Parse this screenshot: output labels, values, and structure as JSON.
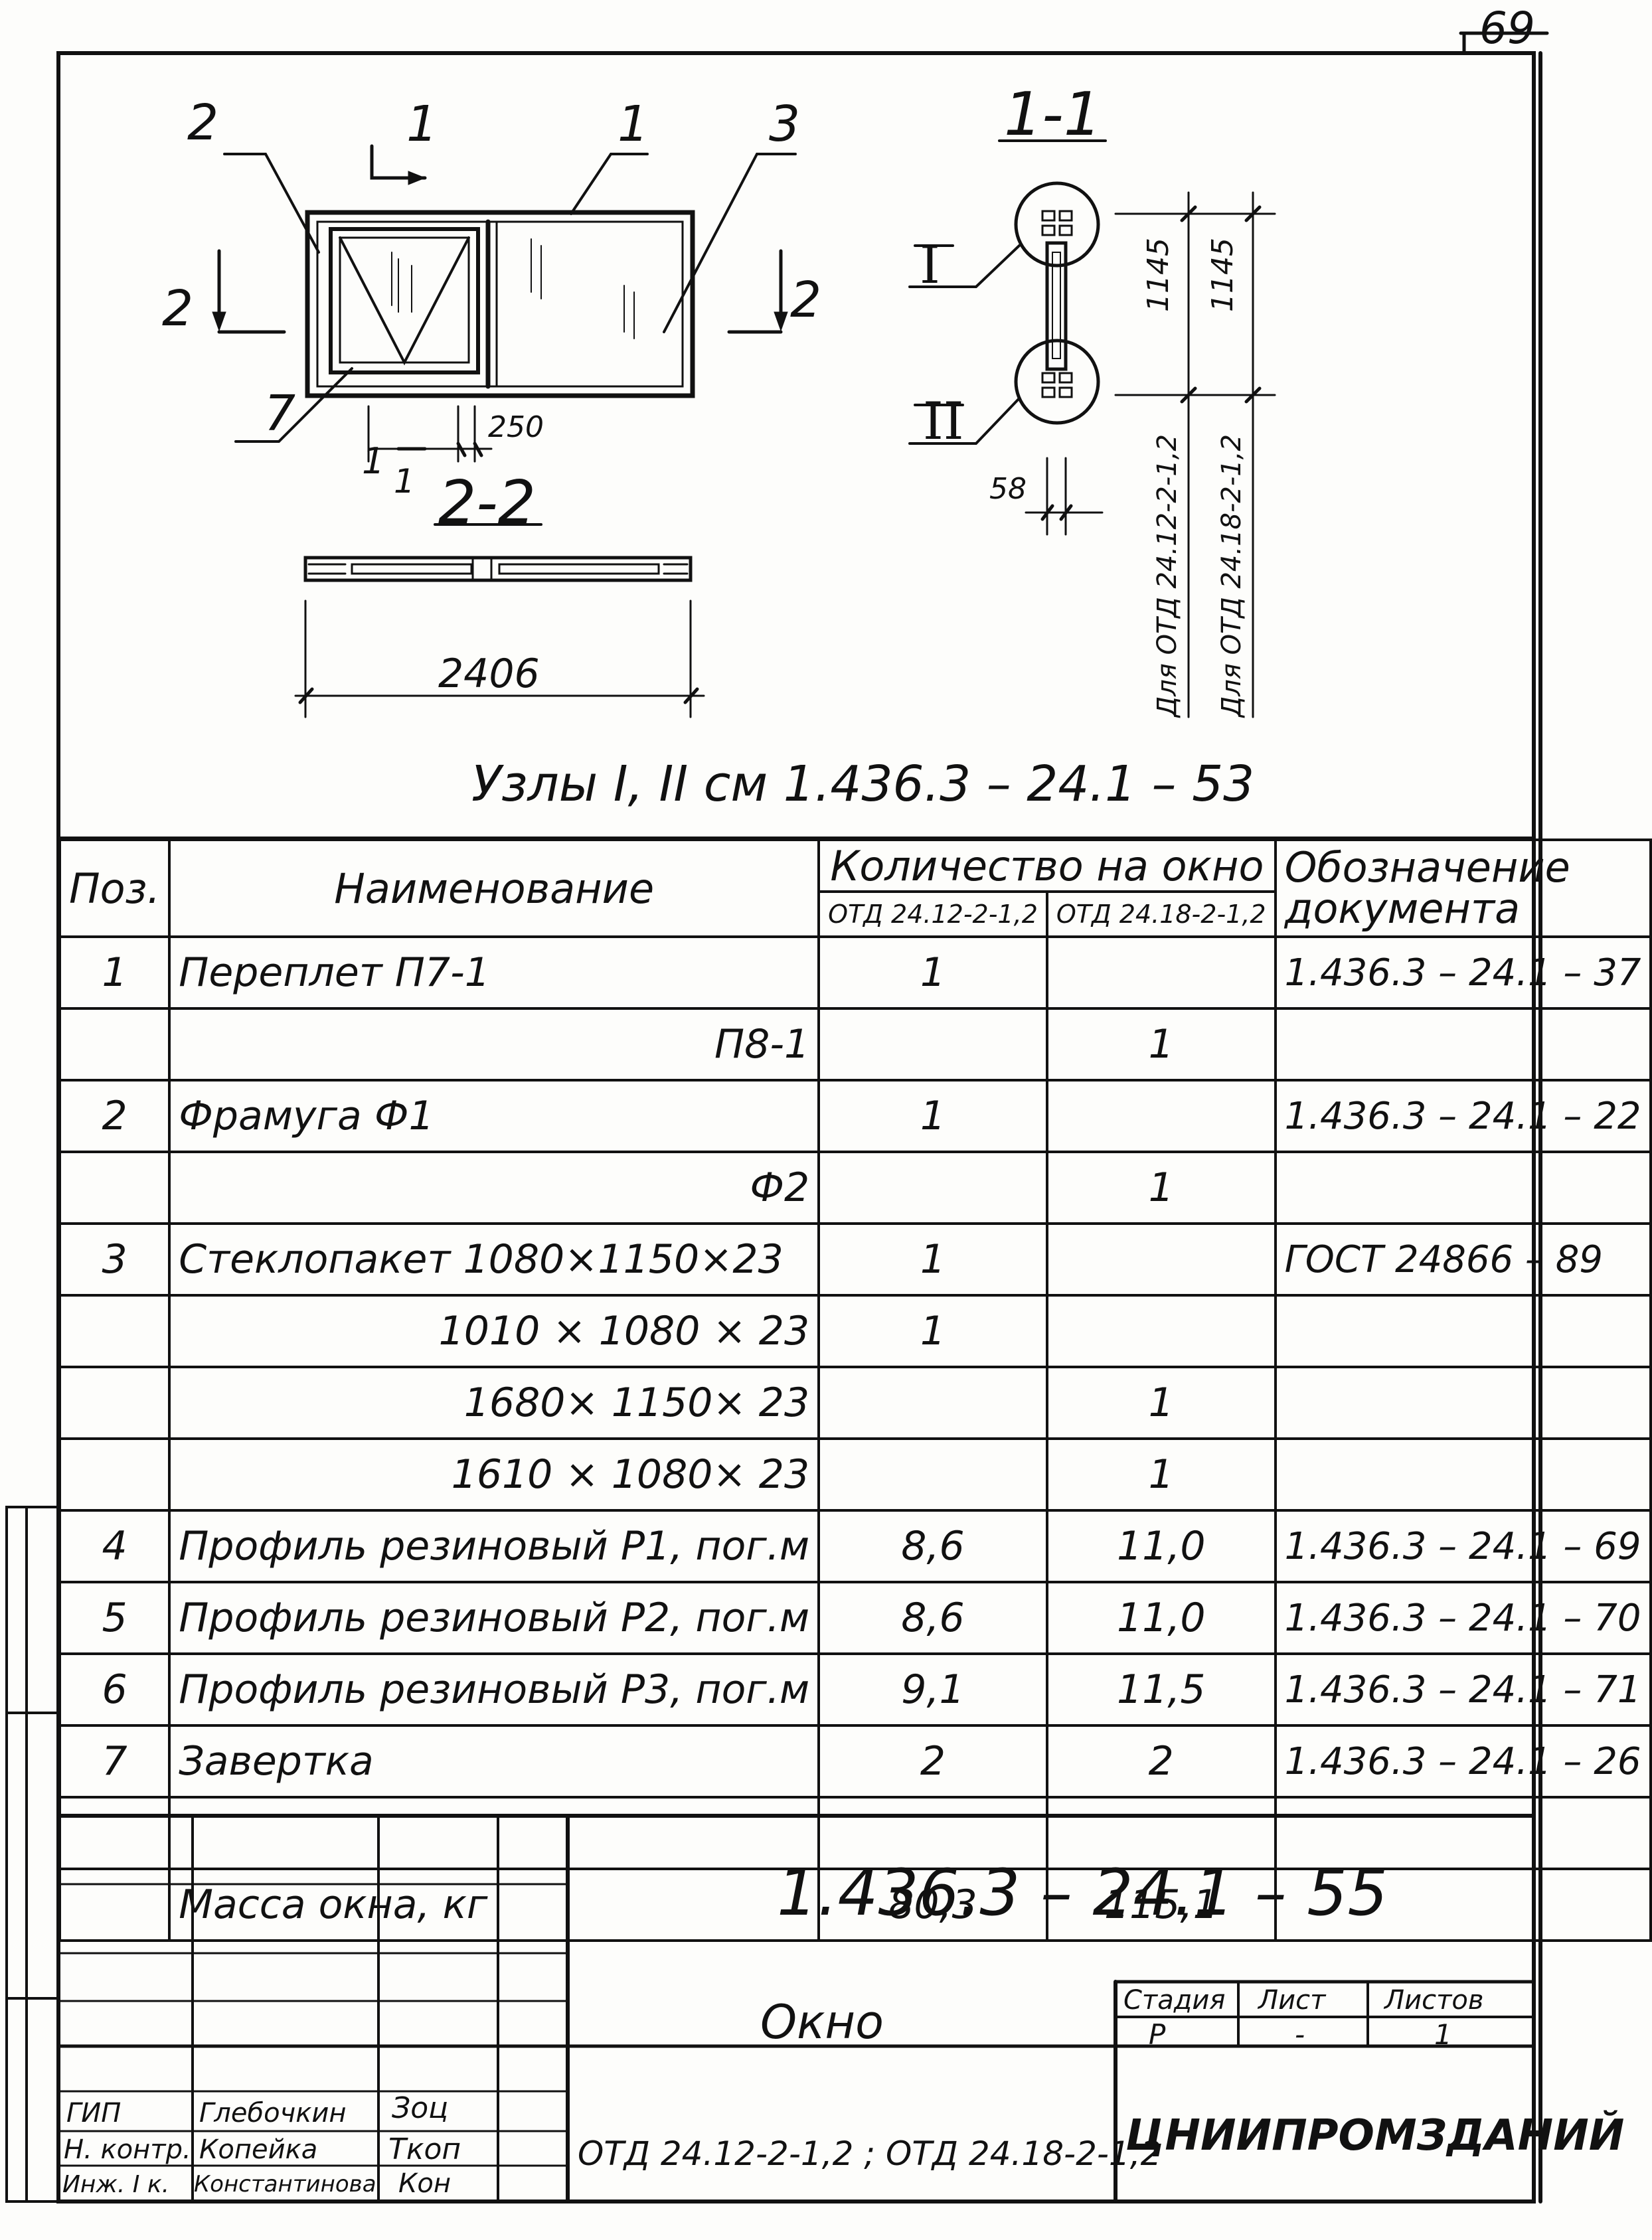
{
  "sheet": {
    "number": "69"
  },
  "drawing": {
    "elevation_labels": [
      "2",
      "1",
      "1",
      "3"
    ],
    "section_marks": {
      "cut_1_top": "1",
      "cut_1_bottom": "1",
      "cut_2_left": "2",
      "cut_2_right": "2"
    },
    "callout_7": "7",
    "dim_250": "250",
    "section_1_1_title": "1-1",
    "section_2_2_title": "2-2",
    "dim_2406": "2406",
    "node_I": "I",
    "node_II": "II",
    "dim_58": "58",
    "dim_1145_a": "1145",
    "dim_1145_b": "1145",
    "vert_label_a": "Для ОТД 24.12-2-1,2",
    "vert_label_b": "Для ОТД 24.18-2-1,2",
    "nodes_reference": "Узлы I, II см 1.436.3 – 24.1 – 53"
  },
  "spec_table": {
    "headers": {
      "pos": "Поз.",
      "name": "Наименование",
      "qty": "Количество на окно",
      "qty_a": "ОТД 24.12-2-1,2",
      "qty_b": "ОТД 24.18-2-1,2",
      "doc": "Обозначение документа"
    },
    "rows": [
      {
        "pos": "1",
        "name": "Переплет П7-1",
        "right": "",
        "qa": "1",
        "qb": "",
        "doc": "1.436.3 – 24.1 – 37"
      },
      {
        "pos": "",
        "name": "",
        "right": "П8-1",
        "qa": "",
        "qb": "1",
        "doc": ""
      },
      {
        "pos": "2",
        "name": "Фрамуга Ф1",
        "right": "",
        "qa": "1",
        "qb": "",
        "doc": "1.436.3 – 24.1 – 22"
      },
      {
        "pos": "",
        "name": "",
        "right": "Ф2",
        "qa": "",
        "qb": "1",
        "doc": ""
      },
      {
        "pos": "3",
        "name": "Стеклопакет 1080×1150×23",
        "right": "",
        "qa": "1",
        "qb": "",
        "doc": "ГОСТ 24866 – 89"
      },
      {
        "pos": "",
        "name": "",
        "right": "1010 × 1080 × 23",
        "qa": "1",
        "qb": "",
        "doc": ""
      },
      {
        "pos": "",
        "name": "",
        "right": "1680× 1150× 23",
        "qa": "",
        "qb": "1",
        "doc": ""
      },
      {
        "pos": "",
        "name": "",
        "right": "1610 × 1080× 23",
        "qa": "",
        "qb": "1",
        "doc": ""
      },
      {
        "pos": "4",
        "name": "Профиль резиновый Р1, пог.м",
        "right": "",
        "qa": "8,6",
        "qb": "11,0",
        "doc": "1.436.3 – 24.1 – 69"
      },
      {
        "pos": "5",
        "name": "Профиль резиновый Р2, пог.м",
        "right": "",
        "qa": "8,6",
        "qb": "11,0",
        "doc": "1.436.3 – 24.1 – 70"
      },
      {
        "pos": "6",
        "name": "Профиль резиновый Р3, пог.м",
        "right": "",
        "qa": "9,1",
        "qb": "11,5",
        "doc": "1.436.3 – 24.1 – 71"
      },
      {
        "pos": "7",
        "name": "Завертка",
        "right": "",
        "qa": "2",
        "qb": "2",
        "doc": "1.436.3 – 24.1 – 26"
      },
      {
        "pos": "",
        "name": "",
        "right": "",
        "qa": "",
        "qb": "",
        "doc": ""
      },
      {
        "pos": "",
        "name": "Масса окна, кг",
        "right": "",
        "qa": "80,3",
        "qb": "115,1",
        "doc": ""
      }
    ]
  },
  "title_block": {
    "doc_code": "1.436.3 – 24.1 – 55",
    "item_name": "Окно",
    "item_variants": "ОТД 24.12-2-1,2 ; ОТД 24.18-2-1,2",
    "stage_label": "Стадия",
    "sheet_label": "Лист",
    "sheets_label": "Листов",
    "stage_value": "Р",
    "sheet_value": "-",
    "sheets_value": "1",
    "organization": "ЦНИИПРОМЗДАНИЙ",
    "staff": [
      {
        "role": "ГИП",
        "name": "Глебочкин",
        "signature": "Зоц"
      },
      {
        "role": "Н. контр.",
        "name": "Копейка",
        "signature": "Ткоп"
      },
      {
        "role": "Инж. I к.",
        "name": "Константинова",
        "signature": "Кон"
      }
    ]
  }
}
